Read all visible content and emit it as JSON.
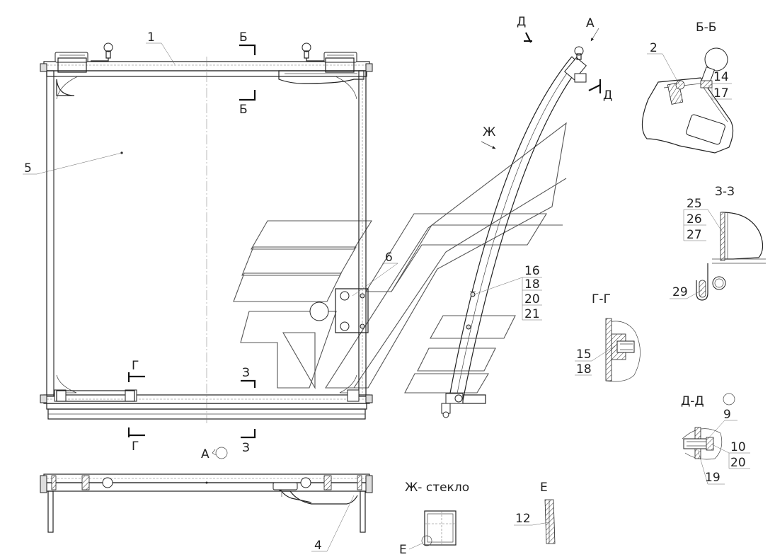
{
  "labels": {
    "part_1": "1",
    "part_2": "2",
    "part_4": "4",
    "part_5": "5",
    "part_6": "6",
    "part_9": "9",
    "part_10": "10",
    "part_12": "12",
    "part_14": "14",
    "part_15": "15",
    "part_16": "16",
    "part_17": "17",
    "part_18a": "18",
    "part_18b": "18",
    "part_19": "19",
    "part_20a": "20",
    "part_20b": "20",
    "part_21": "21",
    "part_25": "25",
    "part_26": "26",
    "part_27": "27",
    "part_29": "29"
  },
  "section_marks": {
    "b_top": "Б",
    "b_bottom": "Б",
    "g_top": "Г",
    "g_bottom": "Г",
    "z_top": "З",
    "z_bottom": "З",
    "d_top": "Д",
    "d_right": "Д",
    "a_arrow": "А",
    "zh_arrow": "Ж"
  },
  "views": {
    "bb_title": "Б-Б",
    "zz_title": "З-З",
    "gg_title": "Г-Г",
    "dd_title": "Д-Д",
    "a_view": "А",
    "zh_glass": "Ж- стекло",
    "e_title": "Е",
    "e_callout": "Е"
  }
}
